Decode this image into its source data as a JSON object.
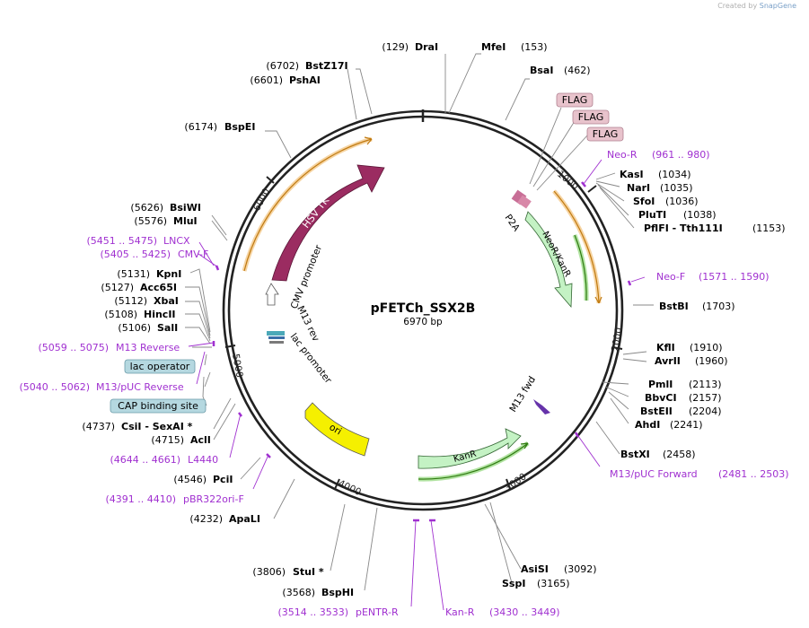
{
  "credit": {
    "prefix": "Created by",
    "brand": "SnapGene"
  },
  "plasmid": {
    "name": "pFETCh_SSX2B",
    "size": "6970 bp"
  },
  "ticks": [
    "1000",
    "2000",
    "3000",
    "4000",
    "5000",
    "6000"
  ],
  "features": [
    {
      "id": "hsv-tk",
      "label": "HSV TK",
      "color": "#9b2c61",
      "text": "#ffffff"
    },
    {
      "id": "neo",
      "label": "NeoR/KanR",
      "color": "#c4f2c4",
      "text": "#000000"
    },
    {
      "id": "kanr",
      "label": "KanR",
      "color": "#c4f2c4",
      "text": "#000000"
    },
    {
      "id": "ori",
      "label": "ori",
      "color": "#f5f000",
      "text": "#000000"
    },
    {
      "id": "cmv",
      "label": "CMV promoter",
      "color": "#ffffff",
      "text": "#000000"
    },
    {
      "id": "lac",
      "label": "lac promoter",
      "color": "#ffffff",
      "text": "#000000"
    },
    {
      "id": "m13rev",
      "label": "M13 rev",
      "color": "#ffffff",
      "text": "#000000"
    },
    {
      "id": "m13fwd",
      "label": "M13 fwd",
      "color": "#ffffff",
      "text": "#000000"
    },
    {
      "id": "p2a",
      "label": "P2A",
      "color": "#ffffff",
      "text": "#000000"
    }
  ],
  "boxed": [
    {
      "id": "flag1",
      "label": "FLAG",
      "fill": "#e8c3cc"
    },
    {
      "id": "flag2",
      "label": "FLAG",
      "fill": "#e8c3cc"
    },
    {
      "id": "flag3",
      "label": "FLAG",
      "fill": "#e8c3cc"
    },
    {
      "id": "lac-operator",
      "label": "lac operator",
      "fill": "#b5d8e0"
    },
    {
      "id": "cap-site",
      "label": "CAP binding site",
      "fill": "#b5d8e0"
    }
  ],
  "sites": [
    {
      "id": "drai",
      "pos": "(129)",
      "name": "DraI"
    },
    {
      "id": "mfei",
      "pos": "(153)",
      "name": "MfeI"
    },
    {
      "id": "bsai",
      "pos": "(462)",
      "name": "BsaI"
    },
    {
      "id": "kasi",
      "pos": "(1034)",
      "name": "KasI"
    },
    {
      "id": "nari",
      "pos": "(1035)",
      "name": "NarI"
    },
    {
      "id": "sfoi",
      "pos": "(1036)",
      "name": "SfoI"
    },
    {
      "id": "pluti",
      "pos": "(1038)",
      "name": "PluTI"
    },
    {
      "id": "pflfi",
      "pos": "(1153)",
      "name": "PflFI - Tth111I"
    },
    {
      "id": "bstbi",
      "pos": "(1703)",
      "name": "BstBI"
    },
    {
      "id": "kfli",
      "pos": "(1910)",
      "name": "KflI"
    },
    {
      "id": "avrii",
      "pos": "(1960)",
      "name": "AvrII"
    },
    {
      "id": "pmli",
      "pos": "(2113)",
      "name": "PmlI"
    },
    {
      "id": "bbvci",
      "pos": "(2157)",
      "name": "BbvCI"
    },
    {
      "id": "bsteii",
      "pos": "(2204)",
      "name": "BstEII"
    },
    {
      "id": "ahdi",
      "pos": "(2241)",
      "name": "AhdI"
    },
    {
      "id": "bstxi",
      "pos": "(2458)",
      "name": "BstXI"
    },
    {
      "id": "asisi",
      "pos": "(3092)",
      "name": "AsiSI"
    },
    {
      "id": "sspi",
      "pos": "(3165)",
      "name": "SspI"
    },
    {
      "id": "bsphi",
      "pos": "(3568)",
      "name": "BspHI"
    },
    {
      "id": "stui",
      "pos": "(3806)",
      "name": "StuI *"
    },
    {
      "id": "apali",
      "pos": "(4232)",
      "name": "ApaLI"
    },
    {
      "id": "pcii",
      "pos": "(4546)",
      "name": "PciI"
    },
    {
      "id": "acli",
      "pos": "(4715)",
      "name": "AclI"
    },
    {
      "id": "csii",
      "pos": "(4737)",
      "name": "CsiI - SexAI *"
    },
    {
      "id": "sali",
      "pos": "(5106)",
      "name": "SalI"
    },
    {
      "id": "hincii",
      "pos": "(5108)",
      "name": "HincII"
    },
    {
      "id": "xbai",
      "pos": "(5112)",
      "name": "XbaI"
    },
    {
      "id": "acc65i",
      "pos": "(5127)",
      "name": "Acc65I"
    },
    {
      "id": "kpni",
      "pos": "(5131)",
      "name": "KpnI"
    },
    {
      "id": "mlui",
      "pos": "(5576)",
      "name": "MluI"
    },
    {
      "id": "bsiwi",
      "pos": "(5626)",
      "name": "BsiWI"
    },
    {
      "id": "bspei",
      "pos": "(6174)",
      "name": "BspEI"
    },
    {
      "id": "pshai",
      "pos": "(6601)",
      "name": "PshAI"
    },
    {
      "id": "bstz17i",
      "pos": "(6702)",
      "name": "BstZ17I"
    }
  ],
  "primers": [
    {
      "id": "neo-r",
      "label": "Neo-R",
      "range": "(961 .. 980)"
    },
    {
      "id": "neo-f",
      "label": "Neo-F",
      "range": "(1571 .. 1590)"
    },
    {
      "id": "m13puc-fwd",
      "label": "M13/pUC Forward",
      "range": "(2481 .. 2503)"
    },
    {
      "id": "kan-r",
      "label": "Kan-R",
      "range": "(3430 .. 3449)"
    },
    {
      "id": "pentr-r",
      "label": "pENTR-R",
      "range": "(3514 .. 3533)"
    },
    {
      "id": "pbr322",
      "label": "pBR322ori-F",
      "range": "(4391 .. 4410)"
    },
    {
      "id": "l4440",
      "label": "L4440",
      "range": "(4644 .. 4661)"
    },
    {
      "id": "m13puc-rev",
      "label": "M13/pUC Reverse",
      "range": "(5040 .. 5062)"
    },
    {
      "id": "m13-reverse",
      "label": "M13 Reverse",
      "range": "(5059 .. 5075)"
    },
    {
      "id": "cmv-f",
      "label": "CMV-F",
      "range": "(5405 .. 5425)"
    },
    {
      "id": "lncx",
      "label": "LNCX",
      "range": "(5451 .. 5475)"
    }
  ],
  "colors": {
    "backbone": "#222222",
    "primer": "#a030d0",
    "leader": "#888888",
    "orf_orange": "#e89a2a",
    "orf_green": "#3a8a18"
  }
}
